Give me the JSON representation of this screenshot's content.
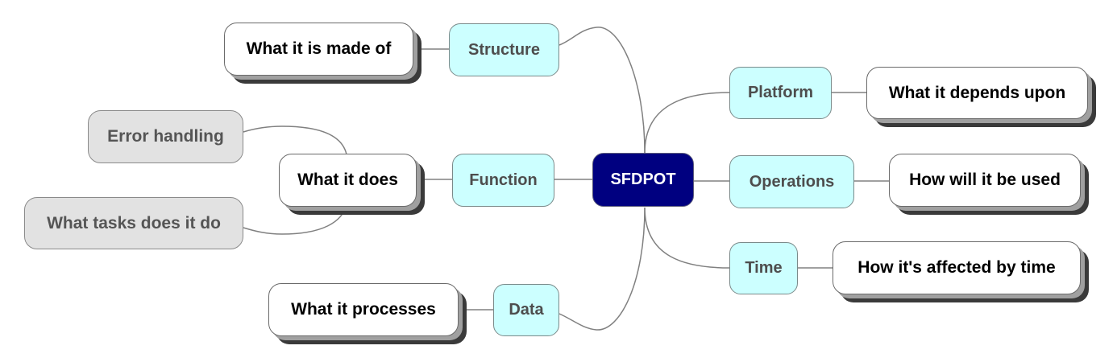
{
  "center": {
    "label": "SFDPOT"
  },
  "categories": {
    "structure": {
      "label": "Structure"
    },
    "function": {
      "label": "Function"
    },
    "data": {
      "label": "Data"
    },
    "platform": {
      "label": "Platform"
    },
    "operations": {
      "label": "Operations"
    },
    "time": {
      "label": "Time"
    }
  },
  "leaves": {
    "structure": {
      "label": "What it is made of"
    },
    "function": {
      "label": "What it does"
    },
    "data": {
      "label": "What it processes"
    },
    "platform": {
      "label": "What it depends upon"
    },
    "operations": {
      "label": "How will it be used"
    },
    "time": {
      "label": "How it's affected by time"
    }
  },
  "function_details": [
    {
      "label": "Error handling"
    },
    {
      "label": "What tasks does it do"
    }
  ],
  "colors": {
    "center_fill": "#000080",
    "category_fill": "#ccffff",
    "leaf_fill": "#ffffff",
    "detail_fill": "#e2e2e2",
    "connector": "#7f7f7f"
  }
}
